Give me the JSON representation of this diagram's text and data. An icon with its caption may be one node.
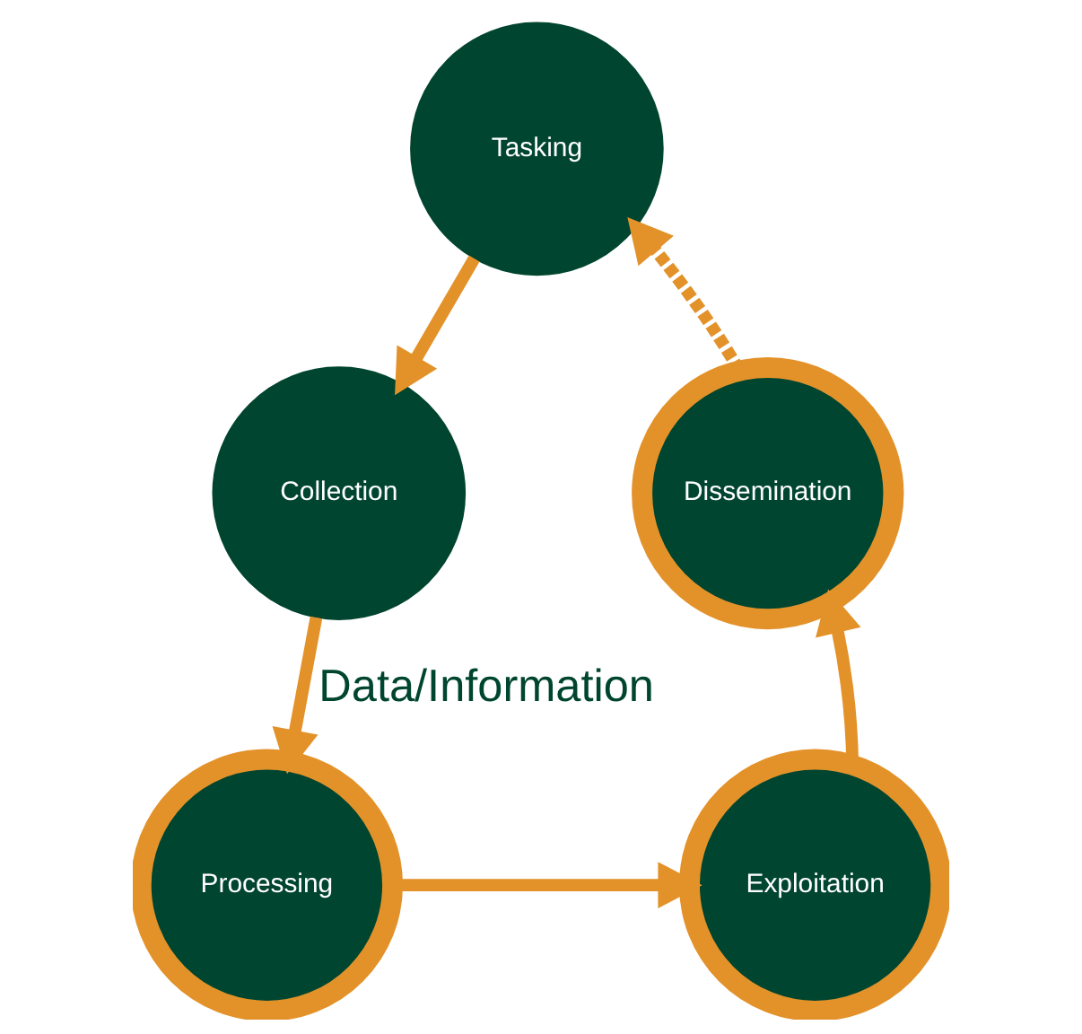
{
  "diagram": {
    "nodes": [
      {
        "text": [
          "Tasking"
        ]
      },
      {
        "text": [
          "Collection"
        ]
      },
      {
        "text": [
          "Processing"
        ]
      },
      {
        "text": [
          "Exploitation"
        ]
      },
      {
        "text": [
          "Dissemination"
        ]
      }
    ],
    "edges": [
      {
        "from": 0,
        "to": 1,
        "arrow": "to"
      },
      {
        "from": 1,
        "to": 2,
        "arrow": "to",
        "label": "Data/Information"
      },
      {
        "from": 2,
        "to": 3,
        "arrow": "to"
      },
      {
        "from": 3,
        "to": 4,
        "arrow": "to"
      },
      {
        "from": 4,
        "to": 0,
        "arrow": "to",
        "style": "dashed"
      }
    ]
  }
}
